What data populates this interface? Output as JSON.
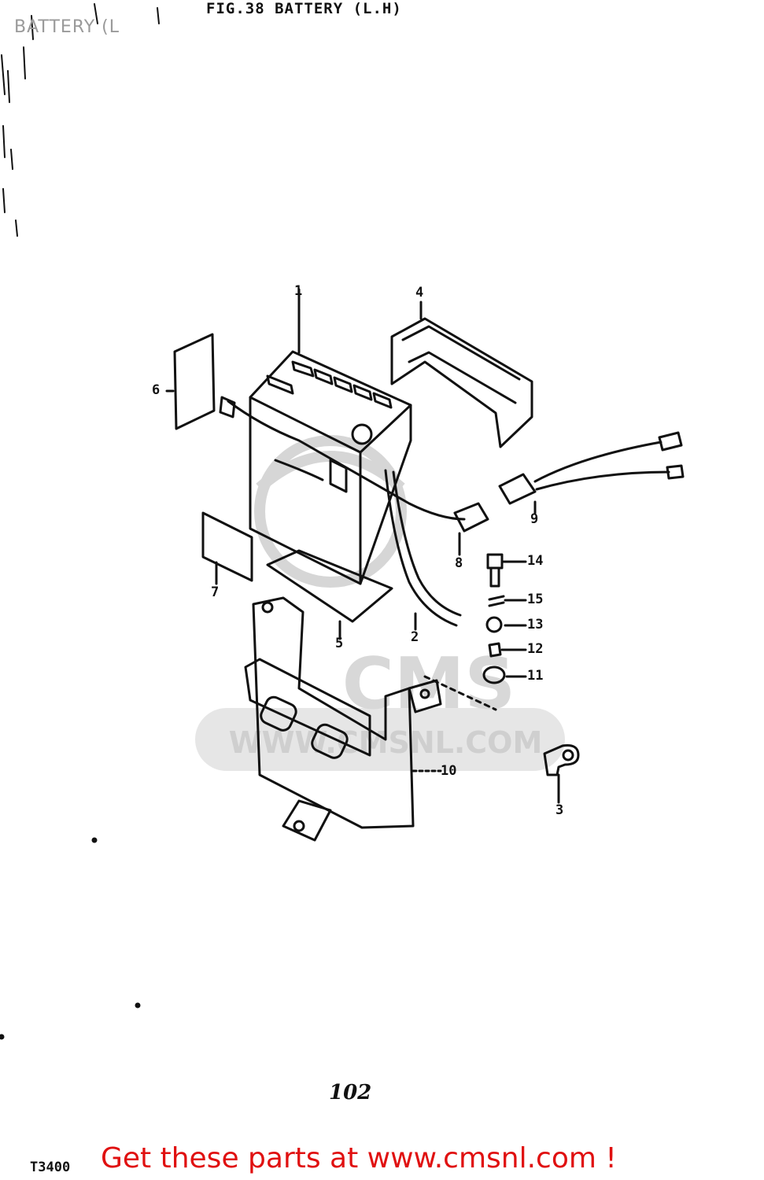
{
  "header": {
    "overlay_title": "BATTERY (L",
    "figure_title": "FIG.38 BATTERY (L.H)"
  },
  "diagram": {
    "part_labels": [
      "1",
      "2",
      "3",
      "4",
      "5",
      "6",
      "7",
      "8",
      "9",
      "10",
      "11",
      "12",
      "13",
      "14",
      "15"
    ]
  },
  "watermark": {
    "text": "WWW.CMSNL.COM",
    "brand": "CMS"
  },
  "footer": {
    "page_number": "102",
    "model_code": "T3400",
    "promo_text": "Get these parts at www.cmsnl.com !"
  },
  "colors": {
    "ink": "#111111",
    "promo": "#e01010",
    "watermark": "#cfcfcf",
    "overlay_title": "#9a9a9a"
  }
}
